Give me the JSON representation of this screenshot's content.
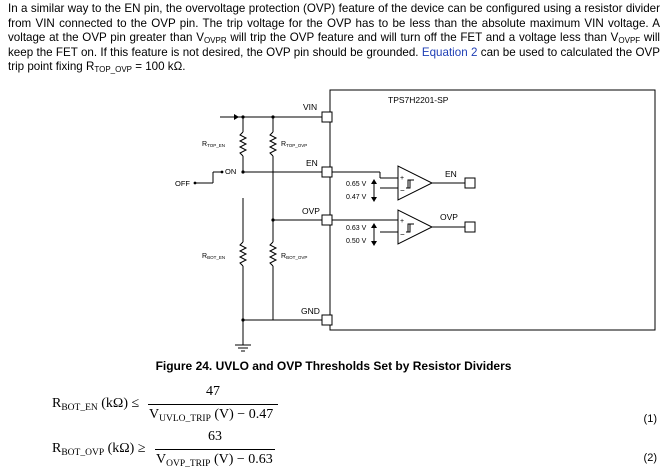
{
  "paragraph": {
    "s1": "In a similar way to the EN pin, the overvoltage protection (OVP) feature of the device can be configured using a resistor divider from VIN connected to the OVP pin. The trip voltage for the OVP has to be less than the absolute maximum VIN voltage. A voltage at the OVP pin greater than V",
    "sub1": "OVPR",
    "s2": " will trip the OVP feature and will turn off the FET and a voltage less than V",
    "sub2": "OVPF",
    "s3": " will keep the FET on. If this feature is not desired, the OVP pin should be grounded. ",
    "link": "Equation 2",
    "s4": " can be used to calculated the OVP trip point fixing R",
    "sub3": "TOP_OVP",
    "s5": " = 100 kΩ."
  },
  "diagram": {
    "chip_name": "TPS7H2201-SP",
    "pin_vin": "VIN",
    "pin_en": "EN",
    "pin_ovp": "OVP",
    "pin_gnd": "GND",
    "out_en": "EN",
    "out_ovp": "OVP",
    "r_top_en": "R",
    "r_top_en_sub": "TOP_EN",
    "r_top_ovp": "R",
    "r_top_ovp_sub": "TOP_OVP",
    "r_bot_en": "R",
    "r_bot_en_sub": "BOT_EN",
    "r_bot_ovp": "R",
    "r_bot_ovp_sub": "BOT_OVP",
    "switch_on": "ON",
    "switch_off": "OFF",
    "th_en_high": "0.65 V",
    "th_en_low": "0.47 V",
    "th_ovp_high": "0.63 V",
    "th_ovp_low": "0.50 V"
  },
  "caption": "Figure 24.  UVLO and OVP Thresholds Set by Resistor Dividers",
  "equations": [
    {
      "lhs": "R",
      "lhs_sub": "BOT_EN",
      "lhs_rest": " (kΩ) ≤",
      "numerator": "47",
      "den_v": "V",
      "den_sub": "UVLO_TRIP",
      "den_rest": " (V) − 0.47",
      "number": "(1)"
    },
    {
      "lhs": "R",
      "lhs_sub": "BOT_OVP",
      "lhs_rest": " (kΩ) ≥",
      "numerator": "63",
      "den_v": "V",
      "den_sub": "OVP_TRIP",
      "den_rest": " (V) − 0.63",
      "number": "(2)"
    }
  ]
}
